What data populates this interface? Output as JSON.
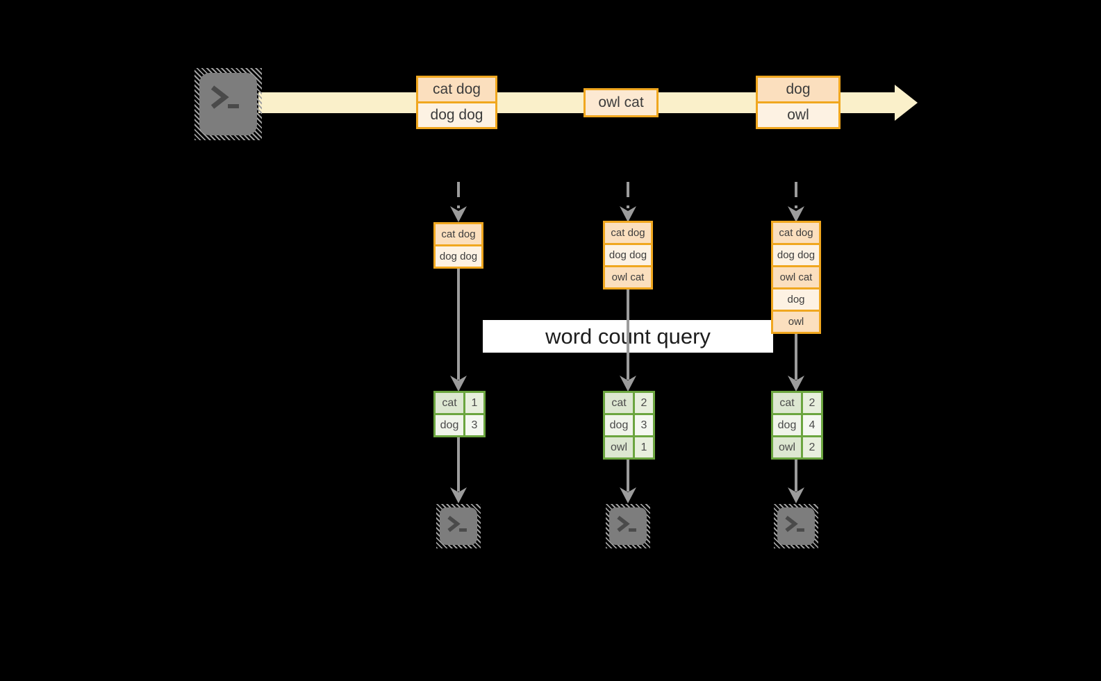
{
  "banner": {
    "label": "word count query"
  },
  "timeline": {
    "source_icon": "terminal-icon",
    "events": [
      {
        "lines": [
          "cat dog",
          "dog dog"
        ]
      },
      {
        "lines": [
          "owl cat"
        ]
      },
      {
        "lines": [
          "dog",
          "owl"
        ]
      }
    ]
  },
  "columns": [
    {
      "window": [
        "cat dog",
        "dog dog"
      ],
      "counts": [
        {
          "word": "cat",
          "count": "1"
        },
        {
          "word": "dog",
          "count": "3"
        }
      ],
      "sink_icon": "terminal-icon"
    },
    {
      "window": [
        "cat dog",
        "dog dog",
        "owl cat"
      ],
      "counts": [
        {
          "word": "cat",
          "count": "2"
        },
        {
          "word": "dog",
          "count": "3"
        },
        {
          "word": "owl",
          "count": "1"
        }
      ],
      "sink_icon": "terminal-icon"
    },
    {
      "window": [
        "cat dog",
        "dog dog",
        "owl cat",
        "dog",
        "owl"
      ],
      "counts": [
        {
          "word": "cat",
          "count": "2"
        },
        {
          "word": "dog",
          "count": "4"
        },
        {
          "word": "owl",
          "count": "2"
        }
      ],
      "sink_icon": "terminal-icon"
    }
  ],
  "colors": {
    "background": "#000000",
    "stream_band": "#FAF0CA",
    "record_box_border": "#F0A71F",
    "record_fill_dark": "#FBDFBE",
    "record_fill_light": "#FDF2E3",
    "record_fill_mid": "#FCE9D2",
    "table_border": "#6BA53F",
    "table_cell_dark": "#DDE7D1",
    "table_cell_light": "#F0F4EA",
    "arrow_gray": "#9C9C9C",
    "terminal_gray": "#7D7D7D",
    "banner_bg": "#FFFFFF",
    "text_dark": "#3C3C3C"
  }
}
